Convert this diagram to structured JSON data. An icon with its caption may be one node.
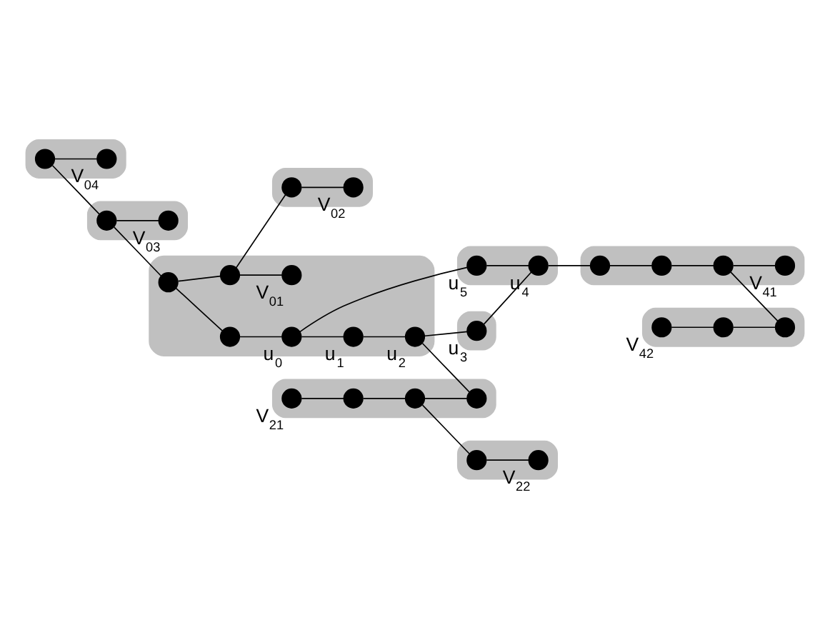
{
  "diagram": {
    "nodes": [
      {
        "text": [],
        "shape": "box"
      },
      {
        "text": [],
        "shape": "circle",
        "in": 0
      },
      {
        "text": [],
        "shape": "circle",
        "in": 0,
        "beside": [
          "V$_{04}$"
        ]
      },
      {
        "text": [],
        "shape": "box"
      },
      {
        "text": [],
        "shape": "circle",
        "in": 3,
        "beside": [
          "V$_{21}$"
        ]
      },
      {
        "text": [],
        "shape": "circle",
        "in": 3
      },
      {
        "text": [],
        "shape": "circle",
        "in": 3
      },
      {
        "text": [],
        "shape": "circle",
        "in": 3
      },
      {
        "text": [],
        "shape": "box"
      },
      {
        "text": [],
        "shape": "circle",
        "in": 8
      },
      {
        "text": [],
        "shape": "circle",
        "in": 8,
        "beside": [
          "V$_{22}$"
        ]
      },
      {
        "text": [],
        "shape": "box"
      },
      {
        "text": [],
        "shape": "circle",
        "in": 11
      },
      {
        "text": [],
        "shape": "circle",
        "in": 11,
        "beside": [
          "V$_{03}$"
        ]
      },
      {
        "text": [],
        "shape": "box"
      },
      {
        "text": [],
        "shape": "circle",
        "in": 14,
        "beside": [
          "u$_{1}$"
        ]
      },
      {
        "text": [],
        "shape": "circle",
        "in": 14,
        "beside": [
          "u$_{2}$"
        ]
      },
      {
        "text": [],
        "shape": "circle",
        "in": 14
      },
      {
        "text": [],
        "shape": "circle",
        "in": 14
      },
      {
        "text": [],
        "shape": "circle",
        "in": 14,
        "beside": [
          "u$_{0}$"
        ]
      },
      {
        "text": [],
        "shape": "circle",
        "in": 14
      },
      {
        "text": [],
        "shape": "circle",
        "in": 14,
        "beside": [
          "V$_{01}$"
        ]
      },
      {
        "text": [],
        "shape": "box"
      },
      {
        "text": [],
        "shape": "circle",
        "in": 22,
        "beside": [
          "u$_{3}$"
        ]
      },
      {
        "text": [],
        "shape": "box"
      },
      {
        "text": [],
        "shape": "circle",
        "in": 24,
        "beside": [
          "V$_{42}$"
        ]
      },
      {
        "text": [],
        "shape": "circle",
        "in": 24
      },
      {
        "text": [],
        "shape": "box"
      },
      {
        "text": [],
        "shape": "circle",
        "in": 27,
        "beside": [
          "u$_{5}$"
        ]
      },
      {
        "text": [],
        "shape": "circle",
        "in": 27,
        "beside": [
          "u$_{4}$"
        ]
      },
      {
        "text": [],
        "shape": "box"
      },
      {
        "text": [],
        "shape": "circle",
        "in": 30,
        "beside": [
          "V$_{41}$"
        ]
      },
      {
        "text": [],
        "shape": "circle",
        "in": 30
      },
      {
        "text": [],
        "shape": "circle",
        "in": 30
      },
      {
        "text": [],
        "shape": "circle",
        "in": 30
      },
      {
        "text": [],
        "shape": "circle",
        "in": 24
      },
      {
        "text": [],
        "shape": "box"
      },
      {
        "text": [],
        "shape": "circle",
        "in": 36
      },
      {
        "text": [],
        "shape": "circle",
        "in": 36,
        "beside": [
          "V$_{02}$"
        ]
      }
    ],
    "edges": [
      {
        "from": 1,
        "to": 2,
        "arrow": "none"
      },
      {
        "from": 1,
        "to": 12,
        "arrow": "none"
      },
      {
        "from": 12,
        "to": 13,
        "arrow": "none"
      },
      {
        "from": 12,
        "to": 17,
        "arrow": "none"
      },
      {
        "from": 17,
        "to": 18,
        "arrow": "none"
      },
      {
        "from": 18,
        "to": 19,
        "arrow": "none"
      },
      {
        "from": 17,
        "to": 20,
        "arrow": "none"
      },
      {
        "from": 20,
        "to": 21,
        "arrow": "none"
      },
      {
        "from": 20,
        "to": 37,
        "arrow": "none"
      },
      {
        "from": 37,
        "to": 38,
        "arrow": "none"
      },
      {
        "from": 19,
        "to": 15,
        "arrow": "none"
      },
      {
        "from": 15,
        "to": 16,
        "arrow": "none"
      },
      {
        "from": 19,
        "to": 28,
        "arrow": "none"
      },
      {
        "from": 16,
        "to": 7,
        "arrow": "none"
      },
      {
        "from": 16,
        "to": 23,
        "arrow": "none"
      },
      {
        "from": 23,
        "to": 29,
        "arrow": "none"
      },
      {
        "from": 28,
        "to": 29,
        "arrow": "none"
      },
      {
        "from": 29,
        "to": 32,
        "arrow": "none"
      },
      {
        "from": 4,
        "to": 5,
        "arrow": "none"
      },
      {
        "from": 5,
        "to": 6,
        "arrow": "none"
      },
      {
        "from": 6,
        "to": 9,
        "arrow": "none"
      },
      {
        "from": 9,
        "to": 10,
        "arrow": "none"
      },
      {
        "from": 6,
        "to": 7,
        "arrow": "none"
      },
      {
        "from": 32,
        "to": 33,
        "arrow": "none"
      },
      {
        "from": 33,
        "to": 34,
        "arrow": "none"
      },
      {
        "from": 34,
        "to": 31,
        "arrow": "none"
      },
      {
        "from": 34,
        "to": 35,
        "arrow": "none"
      },
      {
        "from": 26,
        "to": 35,
        "arrow": "none"
      },
      {
        "from": 25,
        "to": 26,
        "arrow": "none"
      }
    ]
  }
}
